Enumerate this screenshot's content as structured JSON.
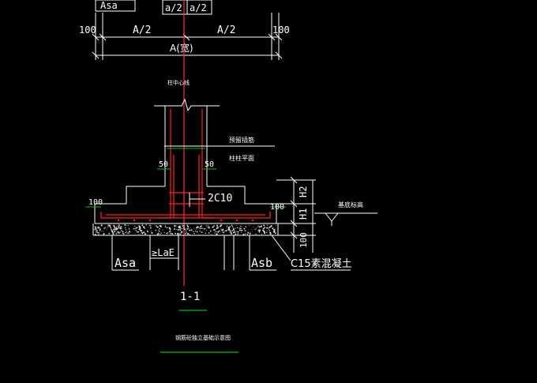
{
  "drawing": {
    "labels": {
      "asa_top": "Asa",
      "a_half_left": "A/2",
      "a_half_right": "A/2",
      "a_total": "A(宽)",
      "small_top_left": "a/2",
      "small_top_right": "a/2",
      "dim_100_tl": "100",
      "dim_100_tr": "100",
      "column_center": "柱中心线",
      "reserved_bars": "预留插筋",
      "column_top": "柱柱平面",
      "dim_50_left": "50",
      "dim_50_right": "50",
      "dim_100_ml": "100",
      "dim_100_mr": "100",
      "rebar_2c10": "2C10",
      "h2": "H2",
      "h1": "H1",
      "dim_100_bottom": "100",
      "base_elevation": "基底标高",
      "asa_bottom": "Asa",
      "lae": "≥LaE",
      "asb": "Asb",
      "c15": "C15素混凝土",
      "section": "1-1",
      "caption": "钢筋砼独立基础示意图"
    },
    "colors": {
      "background": "#000000",
      "line": "#ffffff",
      "rebar": "#ff2020",
      "accent": "#00c000",
      "center": "#ff3030"
    }
  }
}
